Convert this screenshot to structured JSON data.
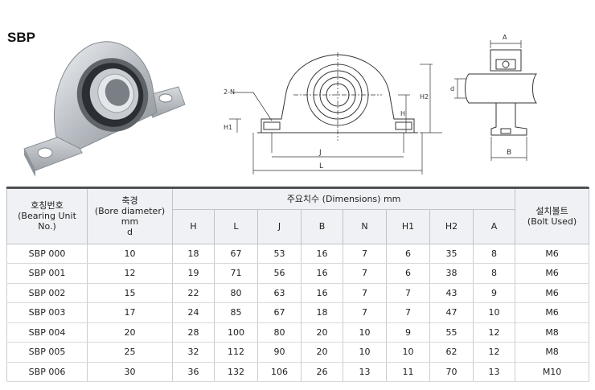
{
  "page_title": "SBP",
  "drawing_labels": {
    "front": {
      "n": "2-N",
      "h1": "H1",
      "h": "H",
      "h2": "H2",
      "j": "J",
      "l": "L"
    },
    "side": {
      "a": "A",
      "d": "d",
      "b": "B"
    }
  },
  "table": {
    "col_housing_no": [
      "호칭번호",
      "(Bearing Unit",
      "No.)"
    ],
    "col_bore": [
      "축경",
      "(Bore diameter)",
      "mm",
      "d"
    ],
    "col_dimensions": "주요치수 (Dimensions) mm",
    "col_bolt": [
      "설치볼트",
      "(Bolt Used)"
    ],
    "dim_headers": [
      "H",
      "L",
      "J",
      "B",
      "N",
      "H1",
      "H2",
      "A"
    ],
    "rows": [
      {
        "no": "SBP 000",
        "d": "10",
        "dims": [
          "18",
          "67",
          "53",
          "16",
          "7",
          "6",
          "35",
          "8"
        ],
        "bolt": "M6"
      },
      {
        "no": "SBP 001",
        "d": "12",
        "dims": [
          "19",
          "71",
          "56",
          "16",
          "7",
          "6",
          "38",
          "8"
        ],
        "bolt": "M6"
      },
      {
        "no": "SBP 002",
        "d": "15",
        "dims": [
          "22",
          "80",
          "63",
          "16",
          "7",
          "7",
          "43",
          "9"
        ],
        "bolt": "M6"
      },
      {
        "no": "SBP 003",
        "d": "17",
        "dims": [
          "24",
          "85",
          "67",
          "18",
          "7",
          "7",
          "47",
          "10"
        ],
        "bolt": "M6"
      },
      {
        "no": "SBP 004",
        "d": "20",
        "dims": [
          "28",
          "100",
          "80",
          "20",
          "10",
          "9",
          "55",
          "12"
        ],
        "bolt": "M8"
      },
      {
        "no": "SBP 005",
        "d": "25",
        "dims": [
          "32",
          "112",
          "90",
          "20",
          "10",
          "10",
          "62",
          "12"
        ],
        "bolt": "M8"
      },
      {
        "no": "SBP 006",
        "d": "30",
        "dims": [
          "36",
          "132",
          "106",
          "26",
          "13",
          "11",
          "70",
          "13"
        ],
        "bolt": "M10"
      }
    ]
  }
}
